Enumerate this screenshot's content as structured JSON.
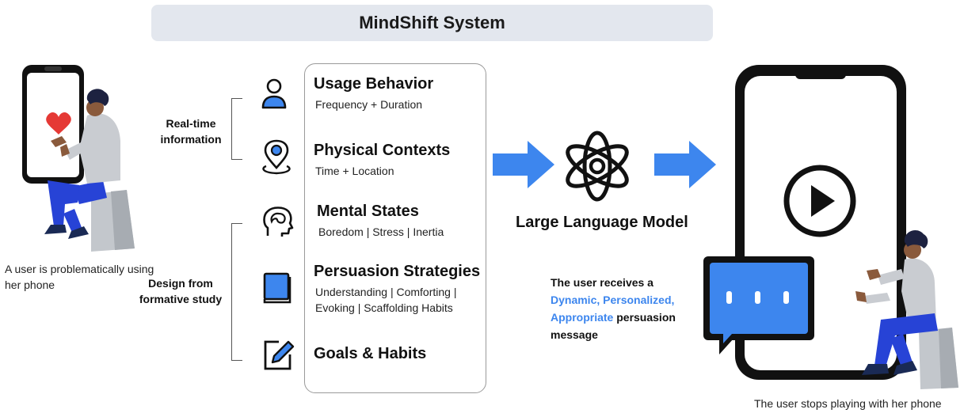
{
  "title": "MindShift System",
  "left_caption": "A user is problematically using her phone",
  "right_caption": "The user stops playing with her phone",
  "groups": {
    "realtime": "Real-time information",
    "design": "Design from formative study"
  },
  "items": [
    {
      "title": "Usage Behavior",
      "sub1": "Frequency + Duration",
      "sub2": "",
      "icon": "user-icon"
    },
    {
      "title": "Physical Contexts",
      "sub1": "Time + Location",
      "sub2": "",
      "icon": "location-pin-icon"
    },
    {
      "title": "Mental States",
      "sub1": "Boredom | Stress | Inertia",
      "sub2": "",
      "icon": "brain-head-icon"
    },
    {
      "title": "Persuasion Strategies",
      "sub1": "Understanding | Comforting |",
      "sub2": "Evoking | Scaffolding Habits",
      "icon": "book-icon"
    },
    {
      "title": "Goals & Habits",
      "sub1": "",
      "sub2": "",
      "icon": "edit-icon"
    }
  ],
  "llm_label": "Large Language Model",
  "message": {
    "line1": "The user receives a",
    "highlight1": "Dynamic, Personalized,",
    "highlight2": "Appropriate",
    "line3_rest": " persuasion",
    "line4": "message"
  },
  "colors": {
    "accent": "#3d86ee",
    "title_bg": "#e3e7ee",
    "figure_shirt": "#c9ccd1",
    "figure_pants": "#2743d6",
    "heart": "#e53935"
  }
}
